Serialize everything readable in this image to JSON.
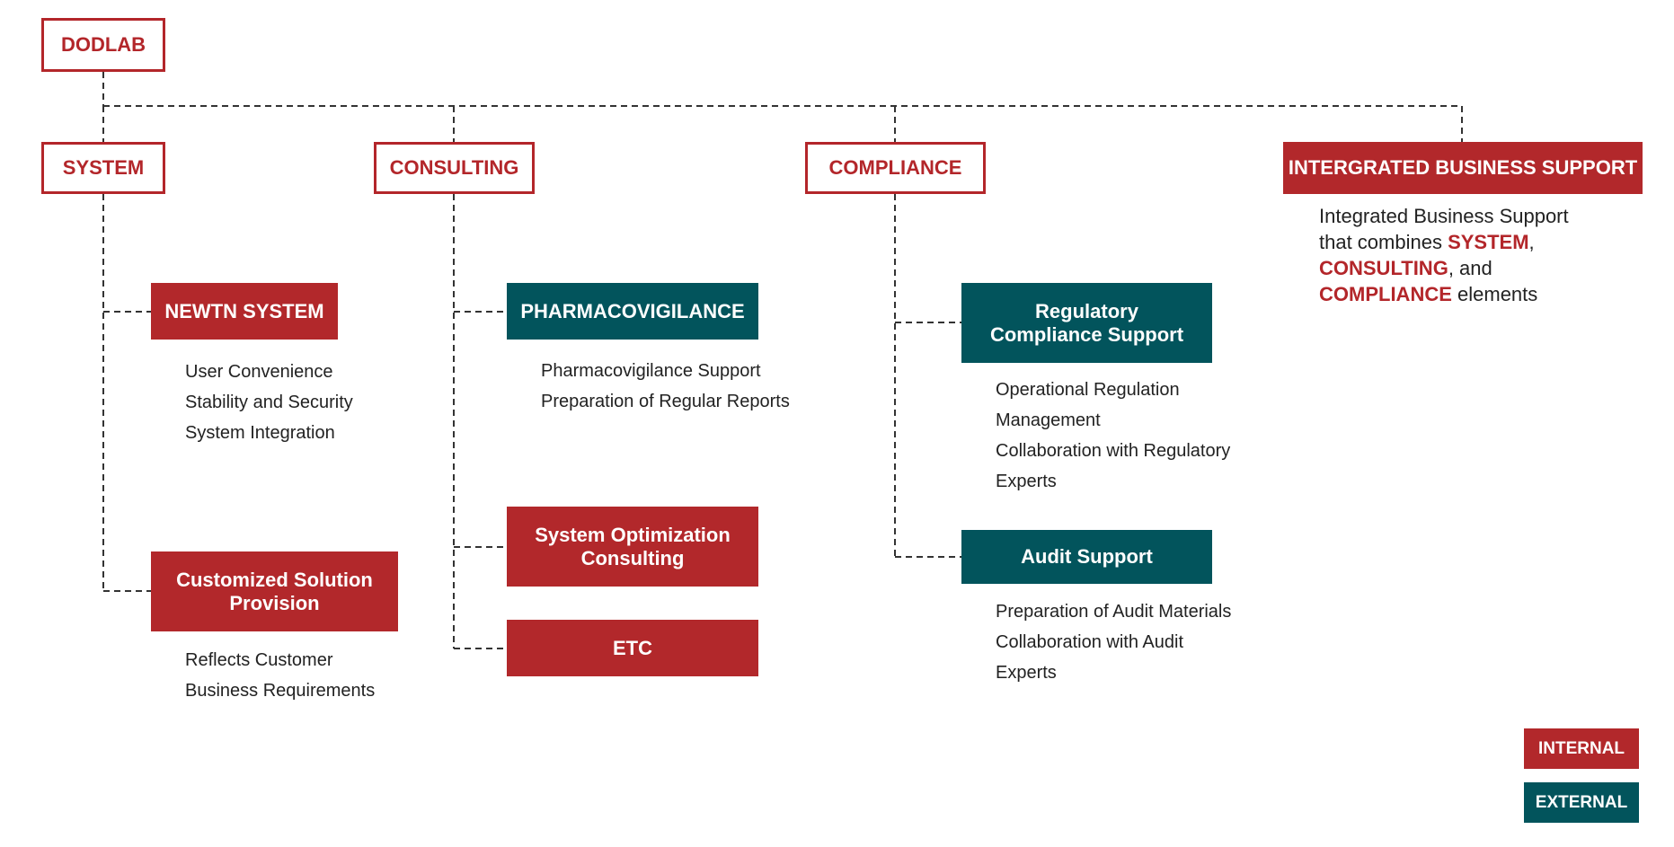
{
  "root": {
    "label": "DODLAB"
  },
  "categories": {
    "system": "SYSTEM",
    "consulting": "CONSULTING",
    "compliance": "COMPLIANCE",
    "ibs": "INTERGRATED BUSINESS SUPPORT"
  },
  "system_items": [
    {
      "label": "NEWTN SYSTEM",
      "type": "internal",
      "details": [
        "User Convenience",
        "Stability and Security",
        "System Integration"
      ]
    },
    {
      "label": "Customized Solution Provision",
      "type": "internal",
      "details": [
        "Reflects Customer",
        "Business Requirements"
      ]
    }
  ],
  "consulting_items": [
    {
      "label": "PHARMACOVIGILANCE",
      "type": "external",
      "details": [
        "Pharmacovigilance Support",
        "Preparation of Regular Reports"
      ]
    },
    {
      "label": "System Optimization Consulting",
      "type": "internal",
      "details": []
    },
    {
      "label": "ETC",
      "type": "internal",
      "details": []
    }
  ],
  "compliance_items": [
    {
      "label": "Regulatory Compliance Support",
      "type": "external",
      "details": [
        "Operational Regulation",
        "Management",
        "Collaboration with Regulatory",
        "Experts"
      ]
    },
    {
      "label": "Audit Support",
      "type": "external",
      "details": [
        "Preparation of Audit Materials",
        "Collaboration with Audit",
        "Experts"
      ]
    }
  ],
  "ibs_description": {
    "line1": "Integrated Business Support",
    "line2_prefix": "that combines ",
    "hl_system": "SYSTEM",
    "line2_suffix": ",",
    "hl_consulting": "CONSULTING",
    "line3_suffix": ", and",
    "hl_compliance": "COMPLIANCE",
    "line4_suffix": " elements"
  },
  "legend": {
    "internal": "INTERNAL",
    "external": "EXTERNAL"
  },
  "colors": {
    "internal": "#b2282b",
    "external": "#02545c",
    "outline": "#b3262a"
  }
}
